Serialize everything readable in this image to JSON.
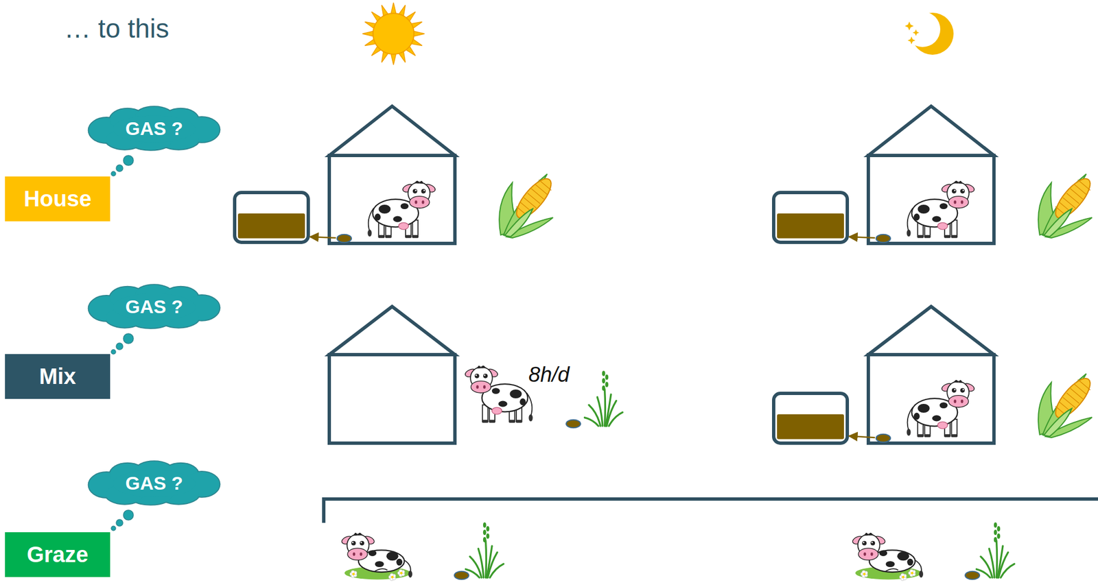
{
  "diagram": {
    "title": "… to this",
    "nodes": [
      {
        "text": [
          "GAS ?"
        ]
      },
      {
        "text": [
          "House"
        ]
      },
      {
        "text": [
          "GAS ?"
        ]
      },
      {
        "text": [
          "Mix"
        ]
      },
      {
        "text": [
          "GAS ?"
        ]
      },
      {
        "text": [
          "Graze"
        ]
      }
    ],
    "labels": [
      "8h/d"
    ]
  }
}
